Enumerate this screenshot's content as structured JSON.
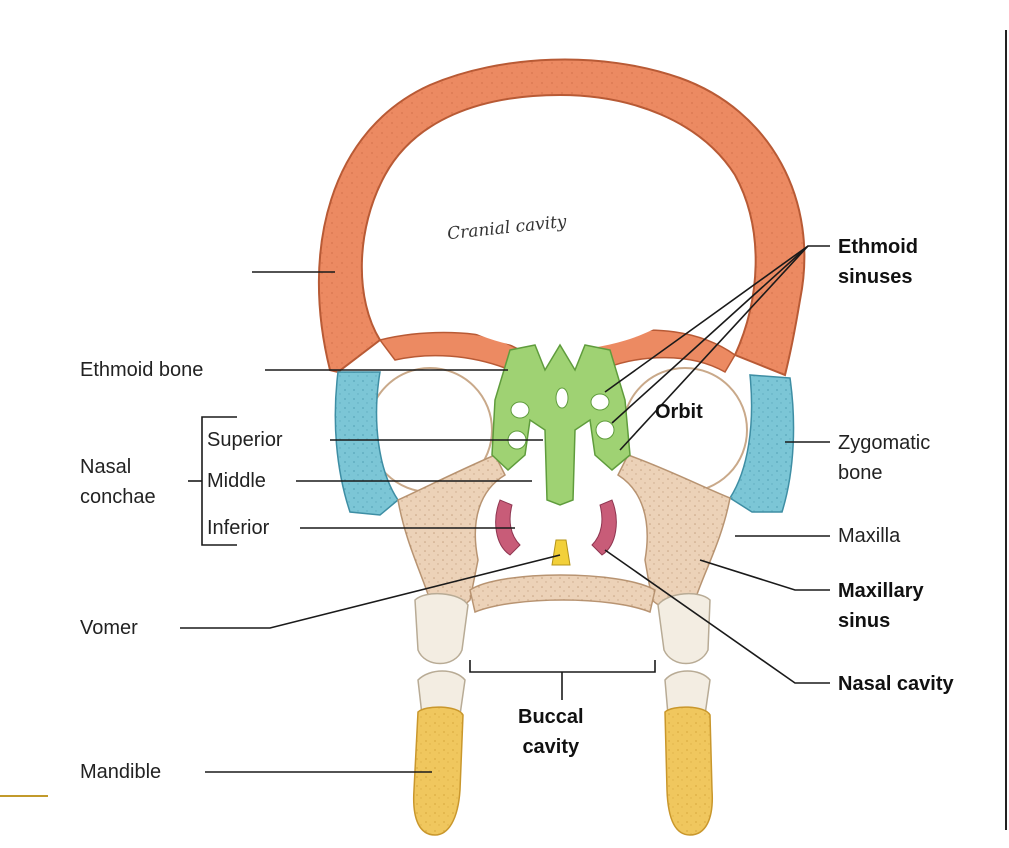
{
  "diagram": {
    "handwritten_label": "Cranial cavity",
    "labels": {
      "ethmoid_bone": "Ethmoid bone",
      "nasal_conchae": [
        "Nasal",
        "conchae"
      ],
      "superior": "Superior",
      "middle": "Middle",
      "inferior": "Inferior",
      "vomer": "Vomer",
      "mandible": "Mandible",
      "ethmoid_sinuses": [
        "Ethmoid",
        "sinuses"
      ],
      "orbit": "Orbit",
      "zygomatic_bone": [
        "Zygomatic",
        "bone"
      ],
      "maxilla": "Maxilla",
      "maxillary_sinus": [
        "Maxillary",
        "sinus"
      ],
      "nasal_cavity": "Nasal cavity",
      "buccal_cavity": [
        "Buccal",
        "cavity"
      ]
    },
    "colors": {
      "cranial_bone": "#ec8a62",
      "ethmoid": "#9fd273",
      "zygomatic": "#7cc6d6",
      "maxilla": "#ecd2b8",
      "conchae_inferior": "#c85c78",
      "vomer": "#f2d03a",
      "mandible": "#f0c75e",
      "teeth": "#f3ede2",
      "leader": "#1a1a1a",
      "accent_line": "#c29a2b"
    }
  }
}
